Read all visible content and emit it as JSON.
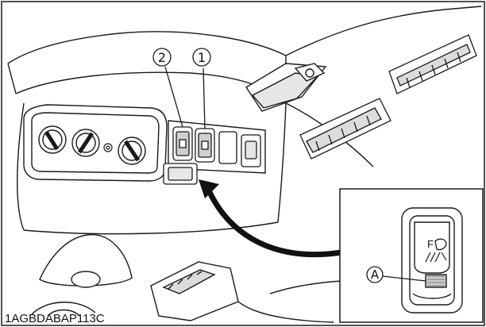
{
  "callouts": {
    "one": "1",
    "two": "2",
    "inset_a": "A"
  },
  "reference_code": "1AGBDABAP113C",
  "icon_labels": {
    "work_light": "F"
  },
  "colors": {
    "line": "#1a1a1a",
    "arrow": "#111111",
    "panel_fill": "#ffffff",
    "shade": "#d8d8d8"
  }
}
